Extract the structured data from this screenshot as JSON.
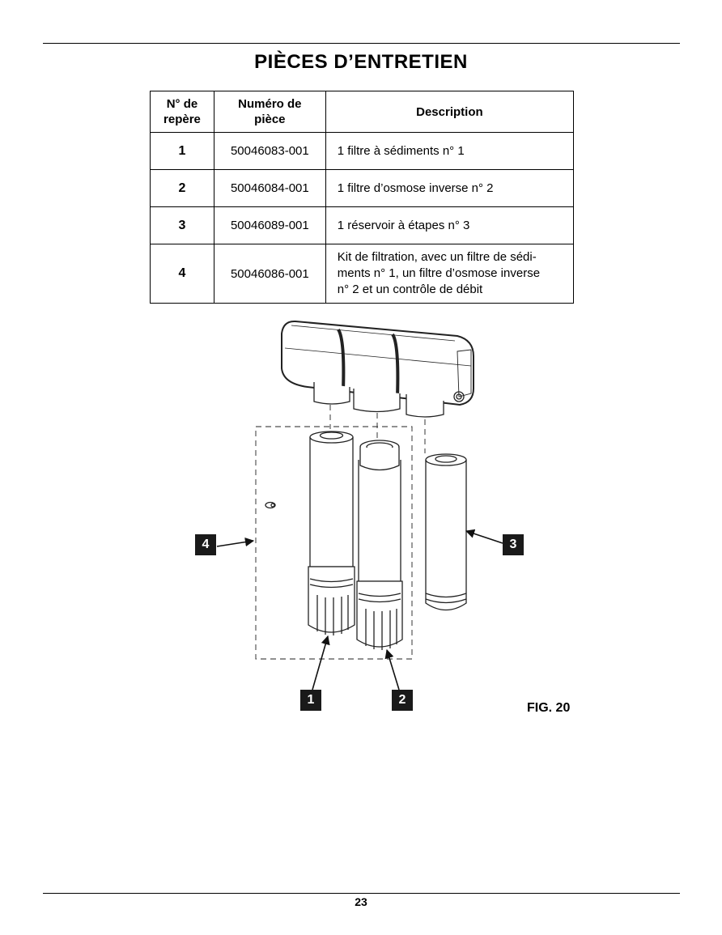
{
  "title": "PIÈCES D’ENTRETIEN",
  "table": {
    "headers": [
      "N° de\nrepère",
      "Numéro de\npièce",
      "Description"
    ],
    "rows": [
      {
        "ref": "1",
        "part": "50046083-001",
        "desc": "1 filtre à sédiments n° 1"
      },
      {
        "ref": "2",
        "part": "50046084-001",
        "desc": "1 filtre d’osmose inverse n° 2"
      },
      {
        "ref": "3",
        "part": "50046089-001",
        "desc": "1 réservoir à étapes n° 3"
      },
      {
        "ref": "4",
        "part": "50046086-001",
        "desc": "Kit de filtration, avec un filtre de sédi-\nments n° 1, un filtre d’osmose inverse\nn° 2 et un contrôle de débit"
      }
    ]
  },
  "callouts": {
    "c1": "1",
    "c2": "2",
    "c3": "3",
    "c4": "4"
  },
  "figure_label": "FIG. 20",
  "page_number": "23"
}
